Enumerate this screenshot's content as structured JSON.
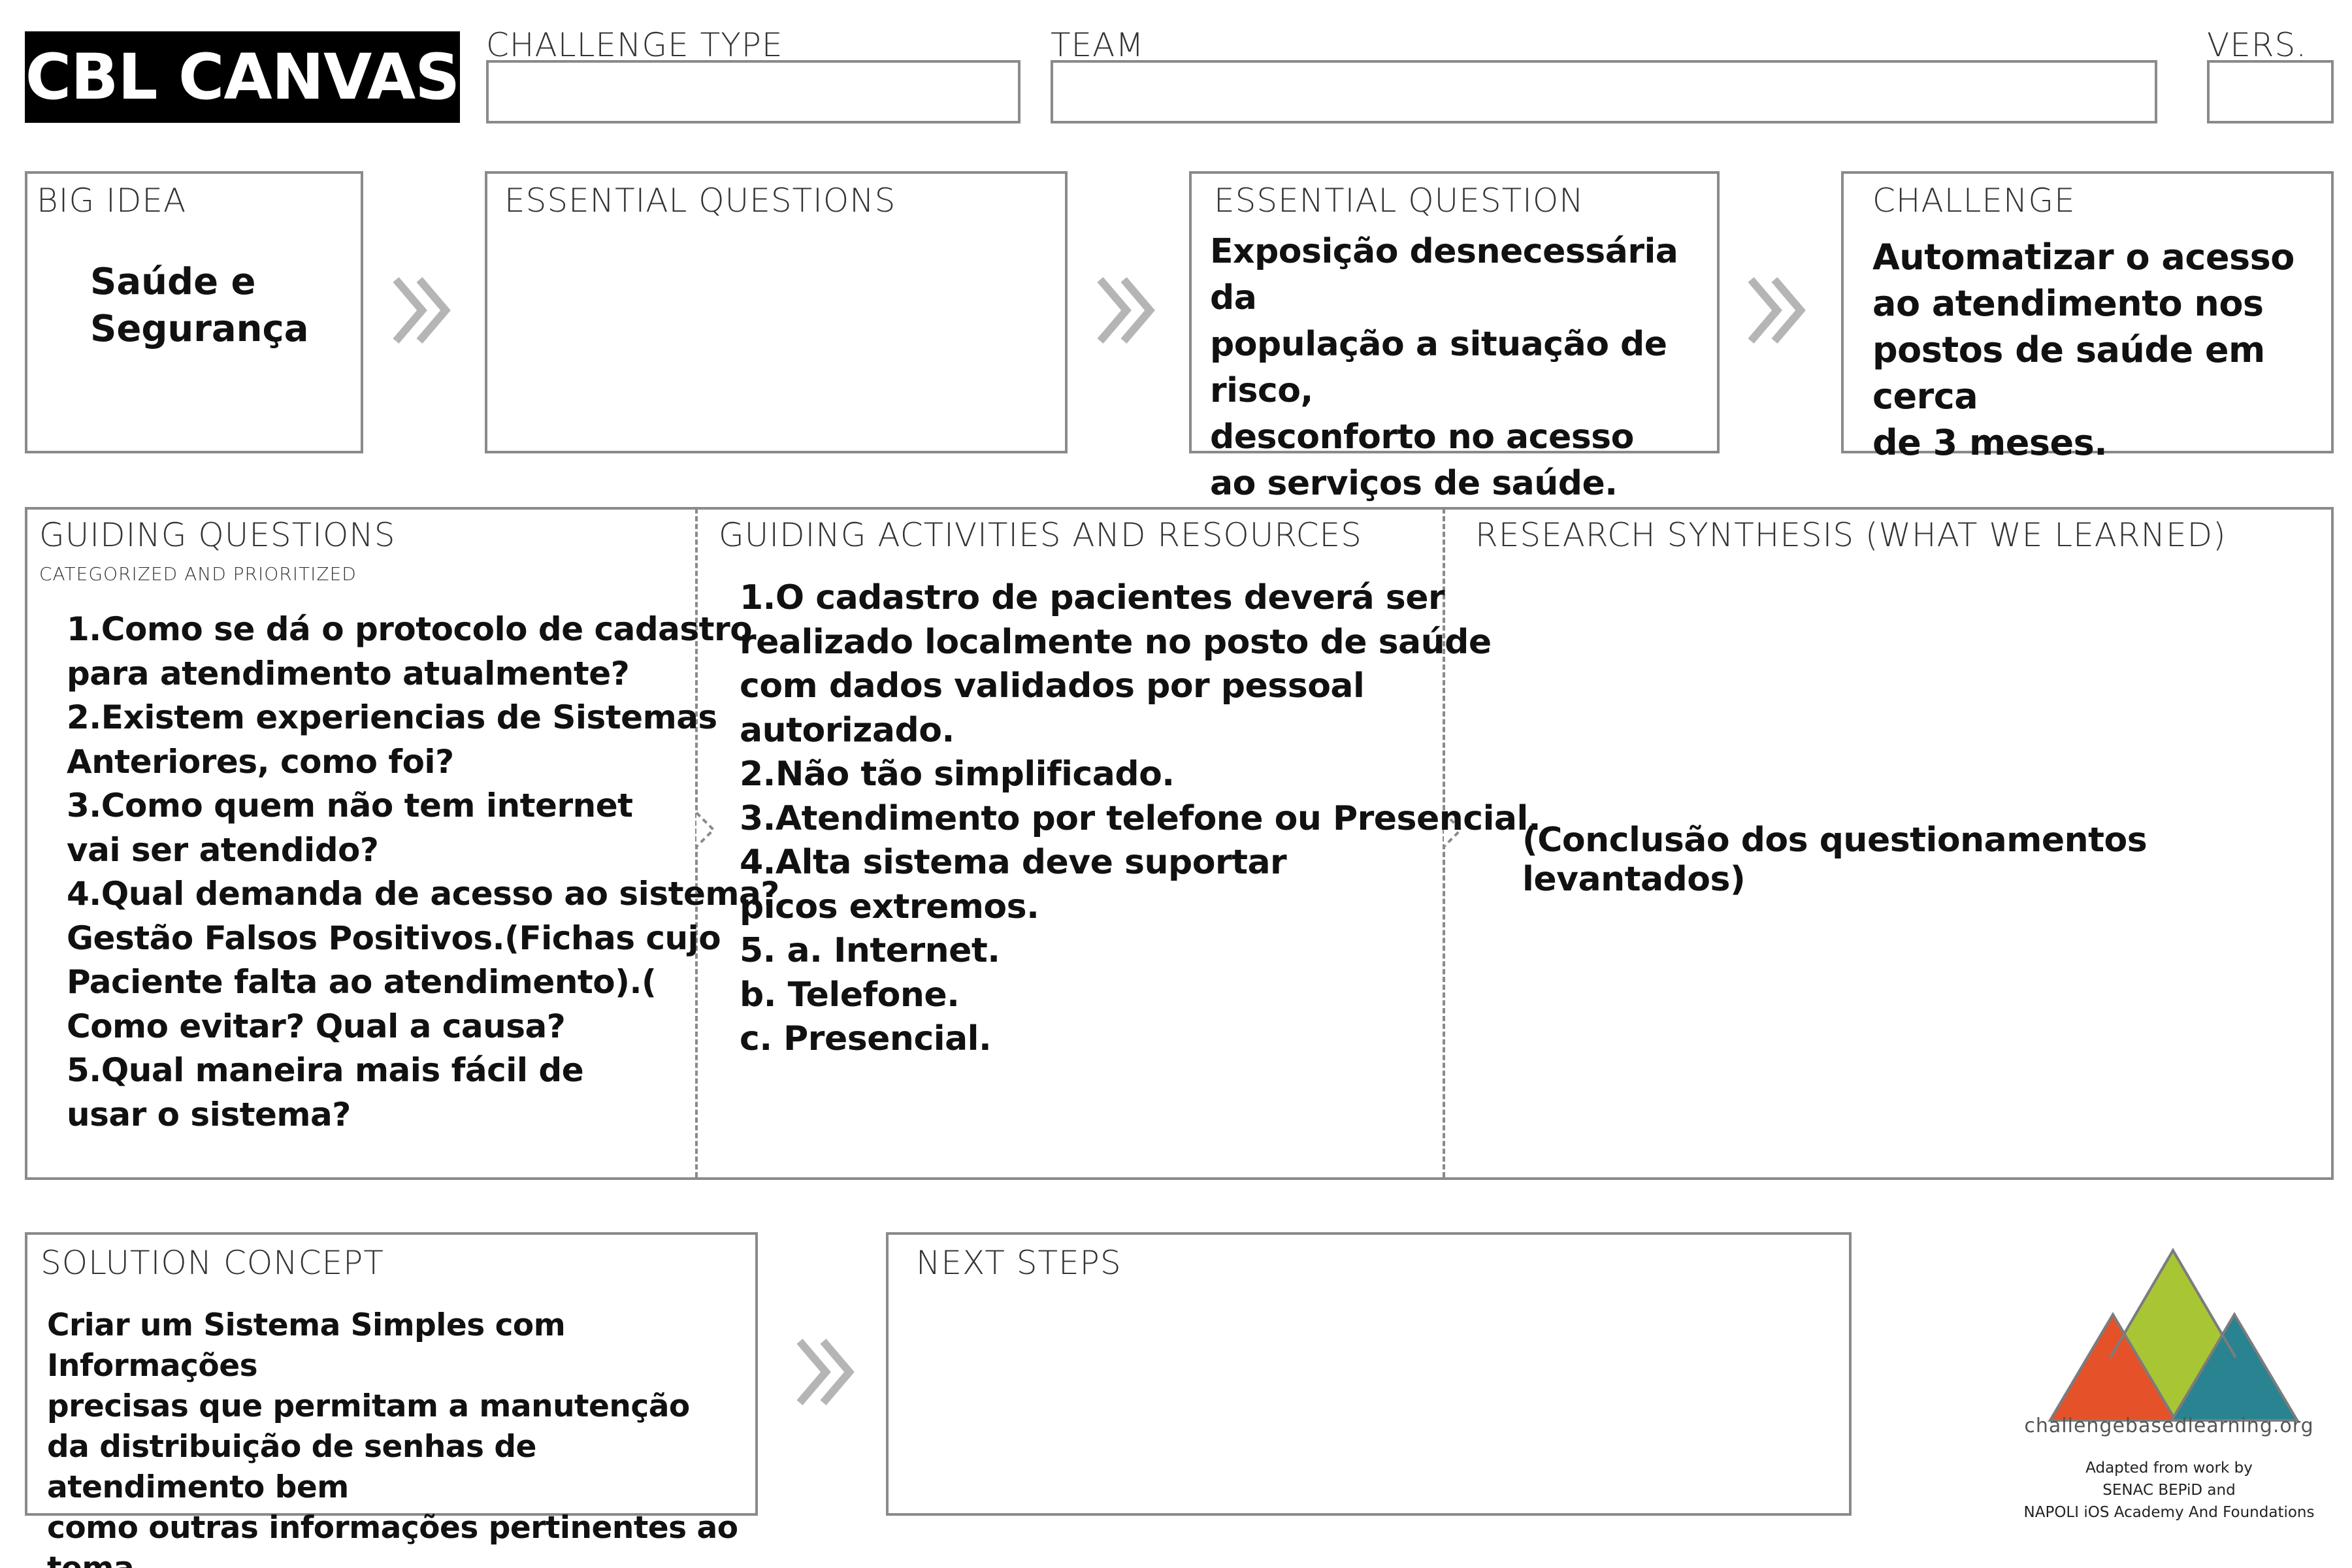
{
  "header": {
    "title": "CBL CANVAS",
    "challenge_type_label": "CHALLENGE TYPE",
    "team_label": "TEAM",
    "version_label": "VERS.",
    "challenge_type_value": "",
    "team_value": "",
    "version_value": ""
  },
  "big_idea": {
    "label": "BIG IDEA",
    "text": "Saúde e\nSegurança"
  },
  "essential_questions": {
    "label": "ESSENTIAL QUESTIONS",
    "text": ""
  },
  "essential_question": {
    "label": "ESSENTIAL QUESTION",
    "text": "Exposição desnecessária da\npopulação a situação de risco,\ndesconforto no acesso\nao serviços de saúde."
  },
  "challenge": {
    "label": "CHALLENGE",
    "text": "Automatizar o acesso\nao atendimento nos\npostos de saúde em cerca\nde 3 meses."
  },
  "guiding_questions": {
    "label": "GUIDING QUESTIONS",
    "sublabel": "CATEGORIZED AND PRIORITIZED",
    "text": "1.Como se dá o protocolo de cadastro\npara atendimento atualmente?\n2.Existem experiencias de Sistemas\nAnteriores, como foi?\n3.Como quem não tem internet\nvai ser atendido?\n4.Qual demanda de acesso ao sistema?\nGestão Falsos Positivos.(Fichas cujo\nPaciente falta ao atendimento).(\nComo evitar? Qual a causa?\n5.Qual maneira mais fácil de\nusar o sistema?"
  },
  "guiding_activities": {
    "label": "GUIDING ACTIVITIES AND RESOURCES",
    "text": "1.O cadastro de pacientes deverá ser\nrealizado localmente no posto de saúde\ncom dados validados por pessoal\nautorizado.\n2.Não tão simplificado.\n3.Atendimento por telefone ou Presencial.\n4.Alta sistema deve suportar\npicos extremos.\n5. a. Internet.\n    b. Telefone.\n    c. Presencial."
  },
  "research_synthesis": {
    "label": "RESEARCH SYNTHESIS (WHAT WE LEARNED)",
    "text": "(Conclusão dos questionamentos levantados)"
  },
  "solution_concept": {
    "label": "SOLUTION CONCEPT",
    "text": "Criar um Sistema Simples com Informações\nprecisas que permitam a manutenção\nda distribuição de senhas de atendimento bem\ncomo outras informações pertinentes ao tema."
  },
  "next_steps": {
    "label": "NEXT STEPS",
    "text": ""
  },
  "logo": {
    "url_text": "challengebasedlearning.org",
    "credit_line1": "Adapted from work by",
    "credit_line2": "SENAC BEPiD and",
    "credit_line3": "NAPOLI iOS Academy And Foundations",
    "colors": {
      "orange": "#e5522a",
      "green": "#a8c634",
      "teal": "#2a8391",
      "outline": "#7c7c7c"
    }
  },
  "colors": {
    "border": "#8a8a8a",
    "arrow": "#b5b5b5",
    "title_bg": "#000000",
    "title_fg": "#ffffff"
  }
}
